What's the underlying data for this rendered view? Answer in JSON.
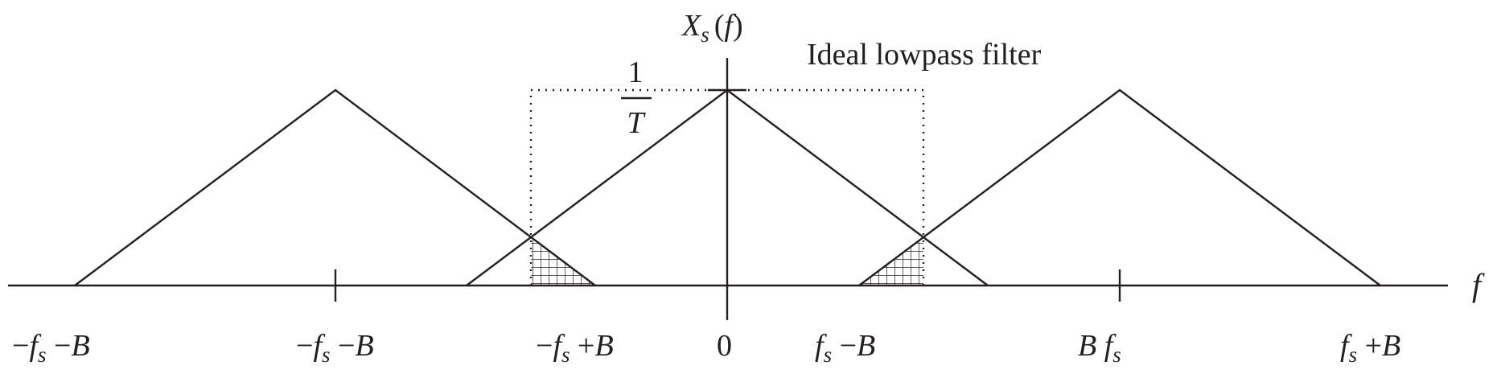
{
  "y_axis": {
    "main": "X",
    "sub": "s",
    "arg": "(f)"
  },
  "x_axis": {
    "label": "f"
  },
  "filter_label": "Ideal lowpass filter",
  "peak_label": {
    "numerator": "1",
    "denominator": "T"
  },
  "tick_labels": [
    {
      "id": "t1",
      "parts": [
        [
          "−",
          ""
        ],
        [
          "f",
          "i"
        ],
        [
          "s",
          "sub"
        ],
        [
          " −B",
          "mixed"
        ]
      ]
    },
    {
      "id": "t2",
      "parts": [
        [
          "−",
          ""
        ],
        [
          "f",
          "i"
        ],
        [
          "s",
          "sub"
        ],
        [
          " −B",
          "mixed"
        ]
      ]
    },
    {
      "id": "t3",
      "parts": [
        [
          "−",
          ""
        ],
        [
          "f",
          "i"
        ],
        [
          "s",
          "sub"
        ],
        [
          " +B",
          "mixed"
        ]
      ]
    },
    {
      "id": "t4",
      "parts": [
        [
          "0",
          ""
        ]
      ]
    },
    {
      "id": "t5",
      "parts": [
        [
          "f",
          "i"
        ],
        [
          "s",
          "sub"
        ],
        [
          " −B",
          "mixed"
        ]
      ]
    },
    {
      "id": "t6",
      "parts": [
        [
          "B ",
          "i"
        ],
        [
          "f",
          "i"
        ],
        [
          "s",
          "sub"
        ]
      ]
    },
    {
      "id": "t7",
      "parts": [
        [
          "f",
          "i"
        ],
        [
          "s",
          "sub"
        ],
        [
          " +B",
          "mixed"
        ]
      ]
    }
  ],
  "colors": {
    "ink": "#231f20",
    "background": "#ffffff"
  }
}
